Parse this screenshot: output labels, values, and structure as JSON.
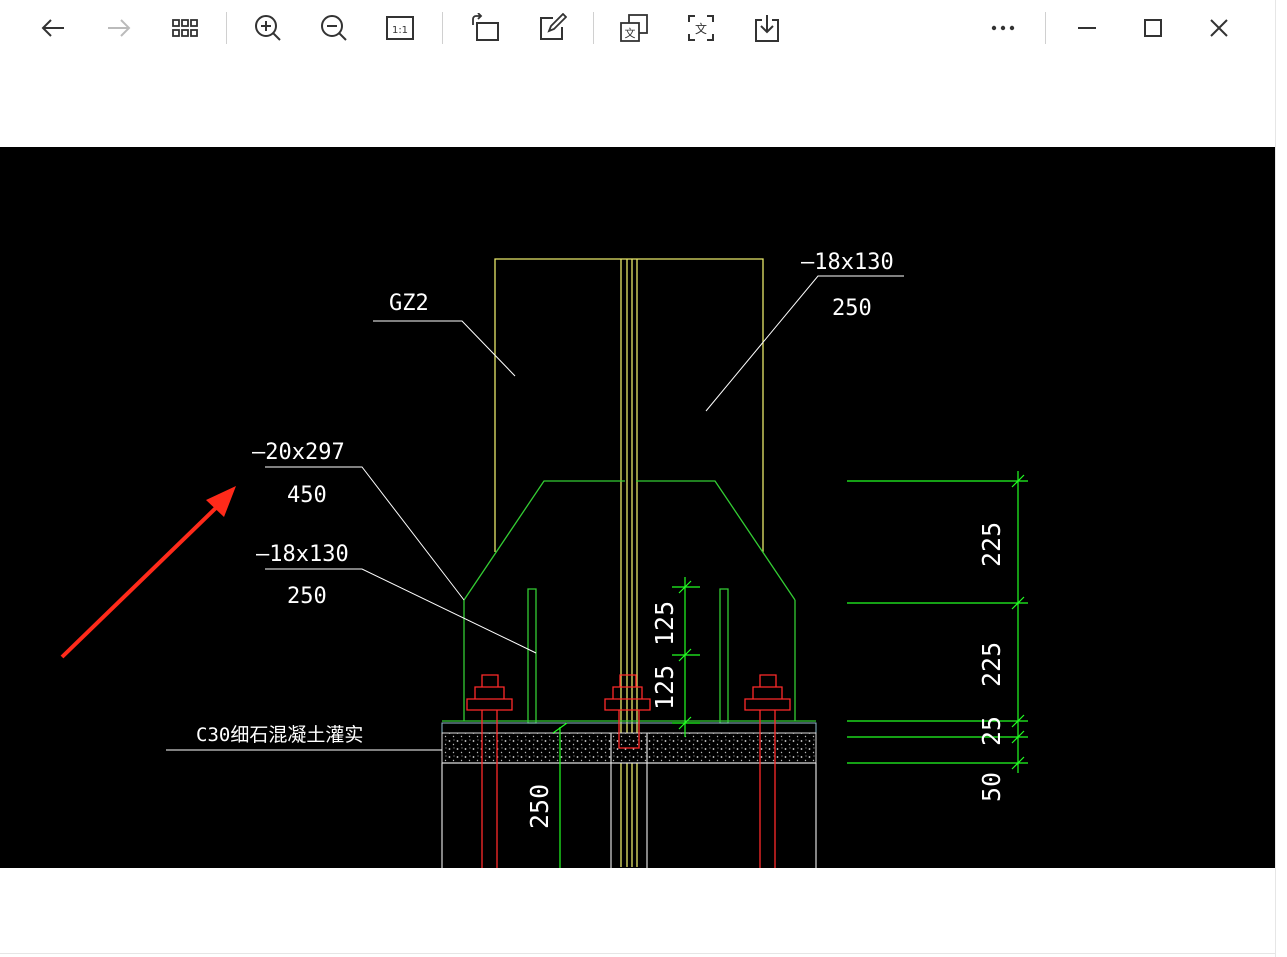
{
  "toolbar": {
    "buttons": [
      {
        "name": "back-icon",
        "label": "Back"
      },
      {
        "name": "forward-icon",
        "label": "Forward"
      },
      {
        "name": "grid-view-icon",
        "label": "Browse"
      },
      {
        "name": "zoom-in-icon",
        "label": "Zoom in"
      },
      {
        "name": "zoom-out-icon",
        "label": "Zoom out"
      },
      {
        "name": "actual-size-icon",
        "label": "1:1"
      },
      {
        "name": "rotate-icon",
        "label": "Rotate"
      },
      {
        "name": "edit-icon",
        "label": "Edit"
      },
      {
        "name": "translate-icon",
        "label": "Translate"
      },
      {
        "name": "ocr-icon",
        "label": "Extract text"
      },
      {
        "name": "download-icon",
        "label": "Save"
      },
      {
        "name": "more-icon",
        "label": "More"
      },
      {
        "name": "minimize-icon",
        "label": "Minimize"
      },
      {
        "name": "maximize-icon",
        "label": "Maximize"
      },
      {
        "name": "close-icon",
        "label": "Close"
      }
    ],
    "icon_glyphs": {
      "actual_size": "1:1",
      "translate": "文",
      "ocr": "文"
    }
  },
  "drawing": {
    "labels": {
      "column_mark": "GZ2",
      "stiffener_top_spec": "—18x130",
      "stiffener_top_len": "250",
      "base_plate_spec": "—20x297",
      "base_plate_len": "450",
      "stiffener_low_spec": "—18x130",
      "stiffener_low_len": "250",
      "grout_note": "C30细石混凝土灌实"
    },
    "dimensions": {
      "right_top": "225",
      "right_mid": "225",
      "right_25": "25",
      "right_50": "50",
      "inner_upper": "125",
      "inner_lower": "125",
      "vertical_250": "250"
    },
    "colors": {
      "background": "#000000",
      "column": "#e8e86a",
      "stiffener": "#33cc33",
      "bolt": "#ff2a2a",
      "dimension": "#22ff22",
      "leader": "#ffffff",
      "annotation_arrow": "#ff2a1a"
    }
  }
}
